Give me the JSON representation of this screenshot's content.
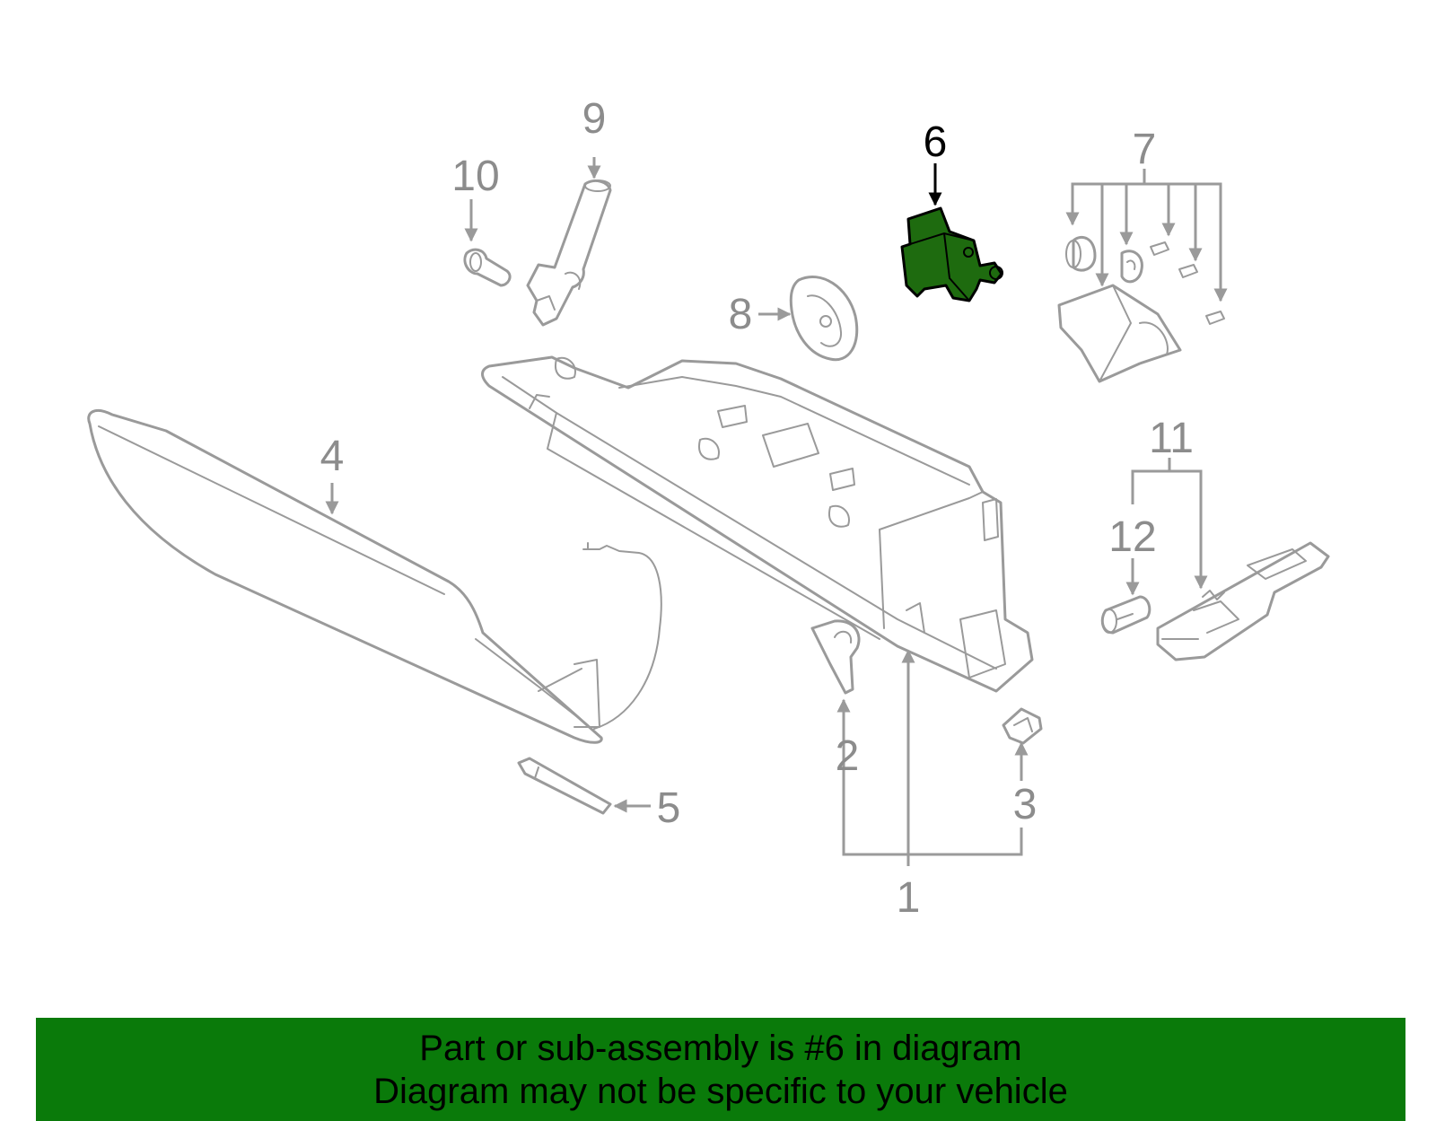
{
  "callouts": [
    {
      "id": "1",
      "label": "1"
    },
    {
      "id": "2",
      "label": "2"
    },
    {
      "id": "3",
      "label": "3"
    },
    {
      "id": "4",
      "label": "4"
    },
    {
      "id": "5",
      "label": "5"
    },
    {
      "id": "6",
      "label": "6",
      "highlighted": true
    },
    {
      "id": "7",
      "label": "7"
    },
    {
      "id": "8",
      "label": "8"
    },
    {
      "id": "9",
      "label": "9"
    },
    {
      "id": "10",
      "label": "10"
    },
    {
      "id": "11",
      "label": "11"
    },
    {
      "id": "12",
      "label": "12"
    }
  ],
  "colors": {
    "highlight_fill": "#1e6b0f",
    "line_gray": "#9a9a9a",
    "banner_bg": "#0a7a0a",
    "banner_text": "#000000"
  },
  "banner": {
    "line1": "Part or sub-assembly is #6 in diagram",
    "line2": "Diagram may not be specific to your vehicle"
  }
}
